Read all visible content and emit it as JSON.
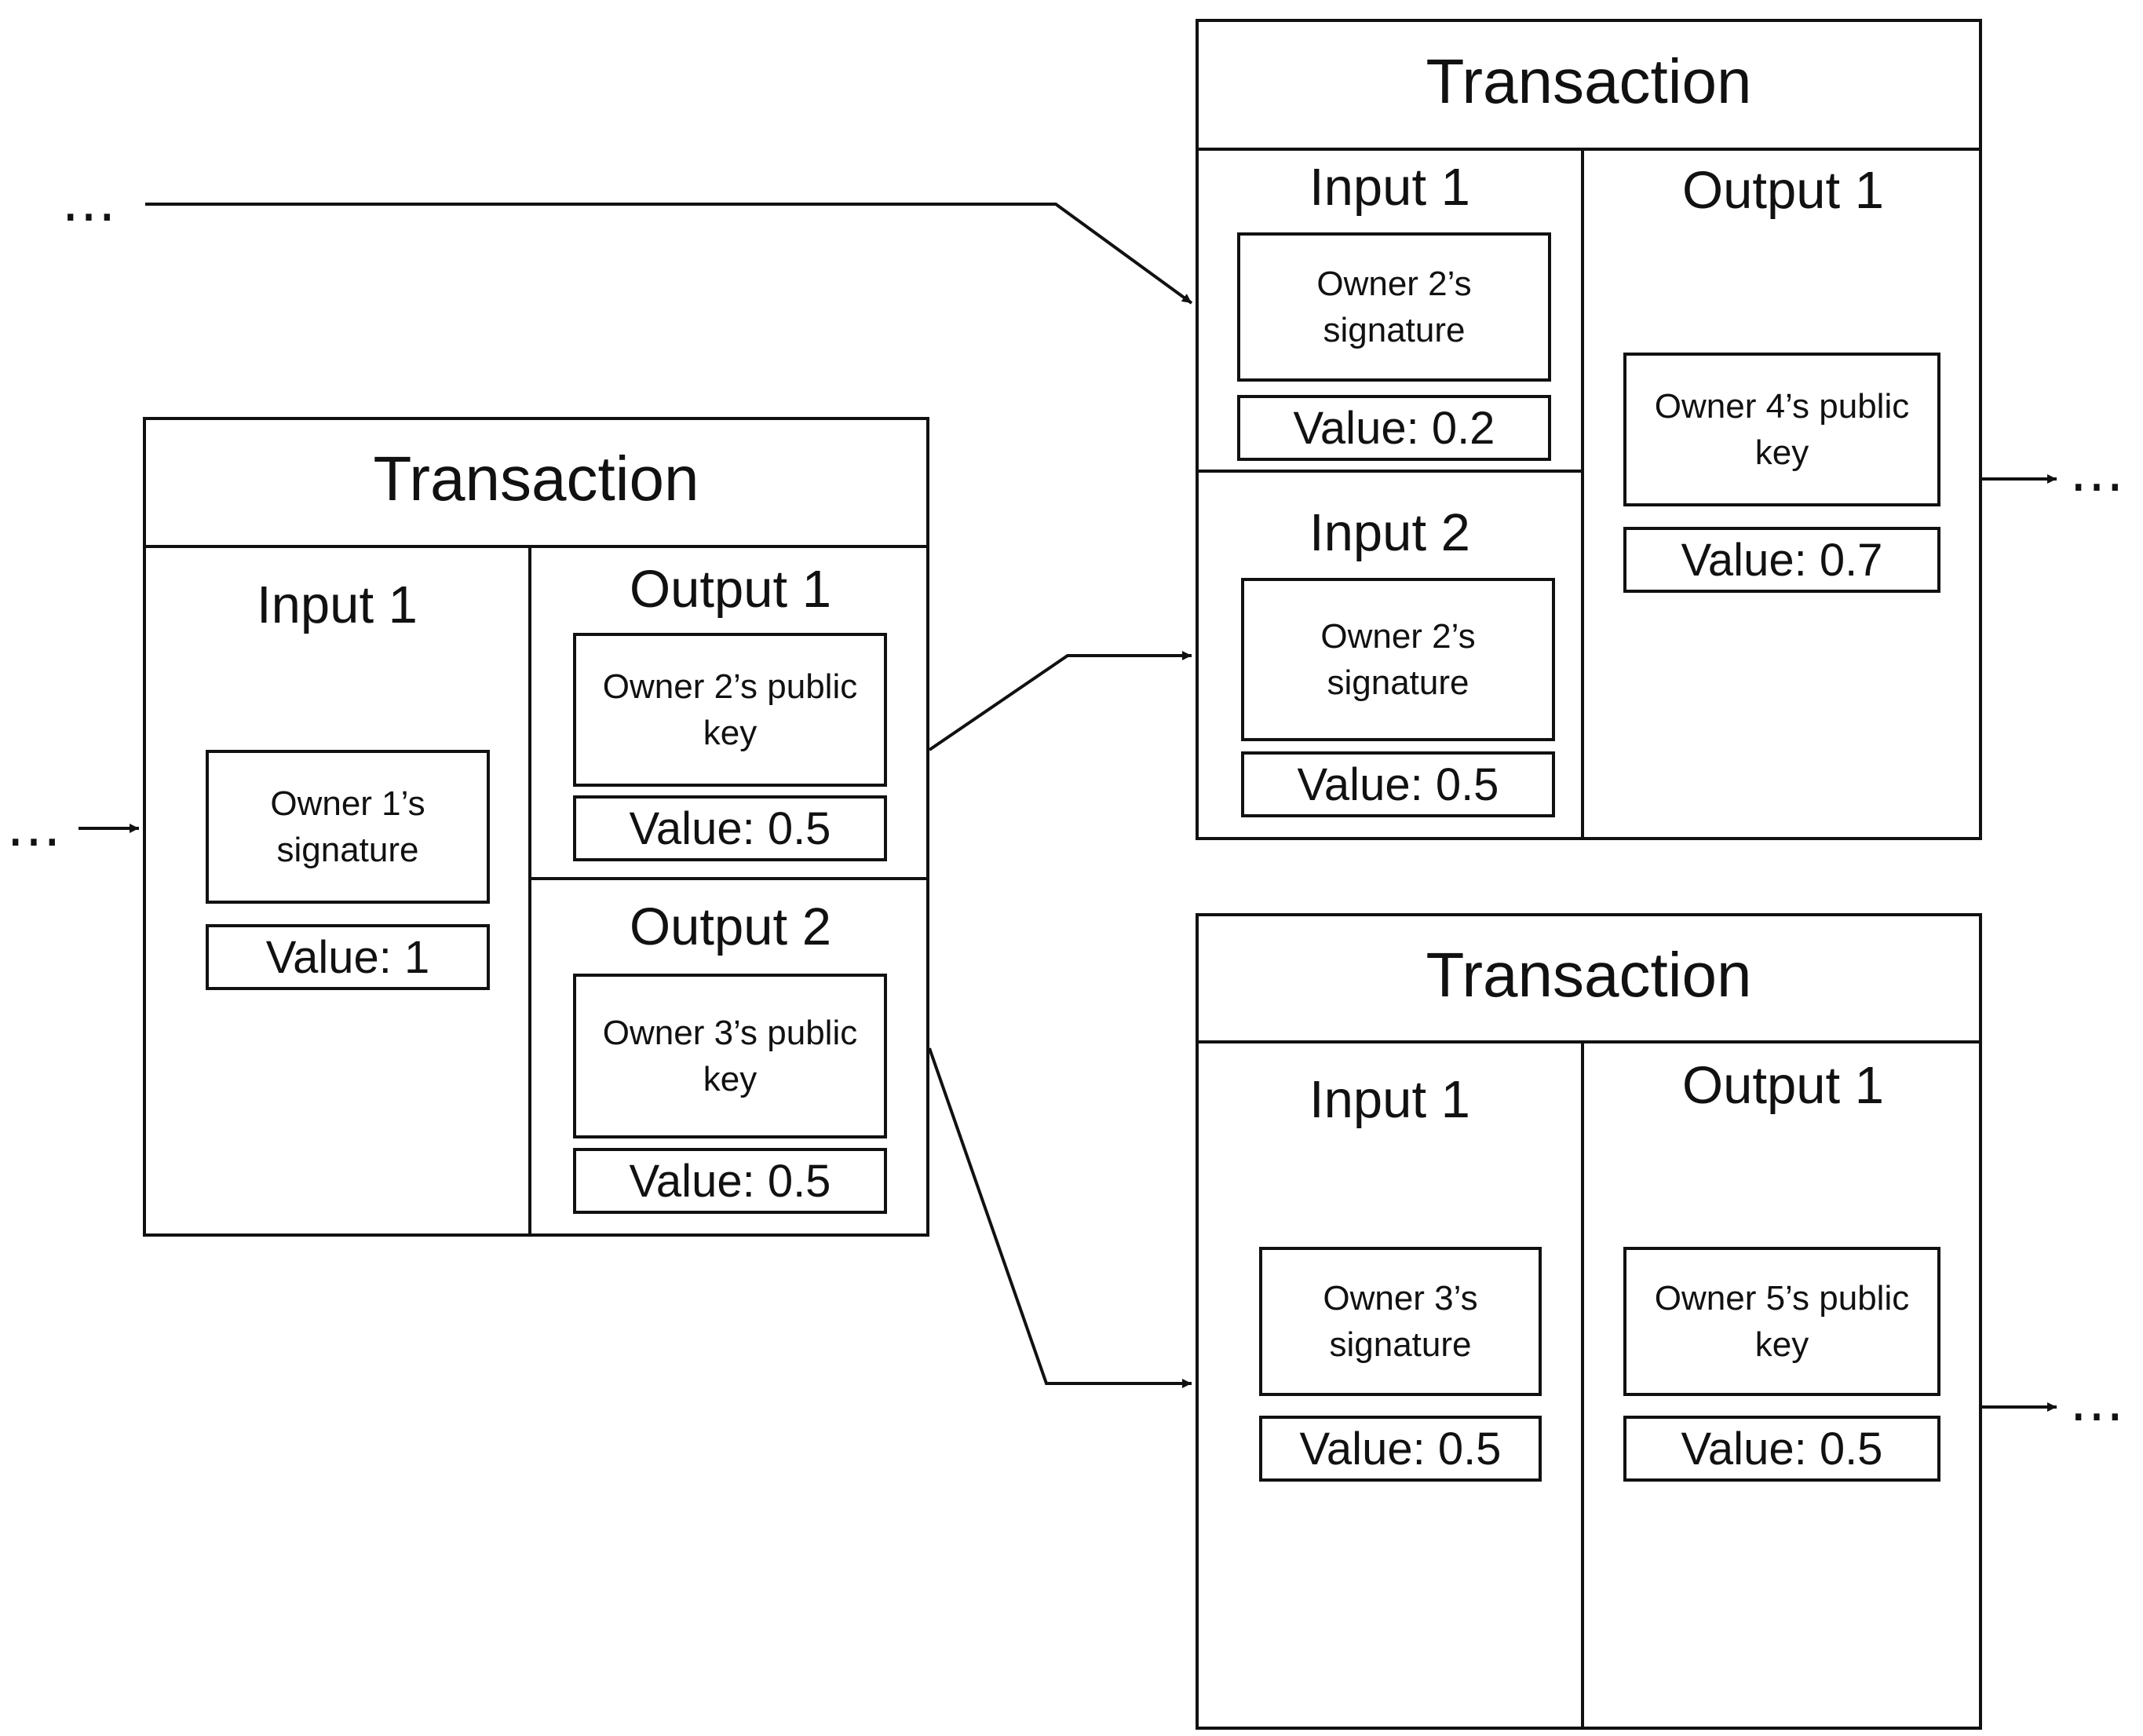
{
  "continuation_marker": "…",
  "tx_left": {
    "title": "Transaction",
    "input1": {
      "label": "Input 1",
      "key": "Owner 1’s signature",
      "value": "Value: 1"
    },
    "output1": {
      "label": "Output 1",
      "key": "Owner 2’s public key",
      "value": "Value: 0.5"
    },
    "output2": {
      "label": "Output 2",
      "key": "Owner 3’s public key",
      "value": "Value: 0.5"
    }
  },
  "tx_top": {
    "title": "Transaction",
    "input1": {
      "label": "Input 1",
      "key": "Owner 2’s signature",
      "value": "Value: 0.2"
    },
    "input2": {
      "label": "Input 2",
      "key": "Owner 2’s signature",
      "value": "Value: 0.5"
    },
    "output1": {
      "label": "Output 1",
      "key": "Owner 4’s public key",
      "value": "Value: 0.7"
    }
  },
  "tx_bottom": {
    "title": "Transaction",
    "input1": {
      "label": "Input 1",
      "key": "Owner 3’s signature",
      "value": "Value: 0.5"
    },
    "output1": {
      "label": "Output 1",
      "key": "Owner 5’s public key",
      "value": "Value: 0.5"
    }
  }
}
